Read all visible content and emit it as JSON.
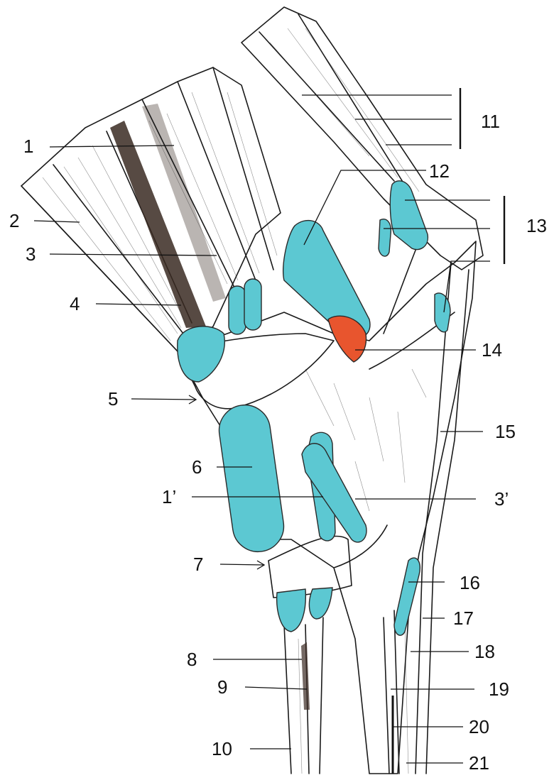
{
  "colors": {
    "synovial_sheath": "#5cc8d2",
    "synovial_bursa": "#e8552e",
    "muscle_shading": "#3a2a22",
    "background": "#ffffff"
  },
  "labels": {
    "l1": "1",
    "l2": "2",
    "l3": "3",
    "l4": "4",
    "l5": "5",
    "l6": "6",
    "l1p": "1’",
    "l3p": "3’",
    "l7": "7",
    "l8": "8",
    "l9": "9",
    "l10": "10",
    "l11": "11",
    "l12": "12",
    "l13": "13",
    "l14": "14",
    "l15": "15",
    "l16": "16",
    "l17": "17",
    "l18": "18",
    "l19": "19",
    "l20": "20",
    "l21": "21"
  }
}
